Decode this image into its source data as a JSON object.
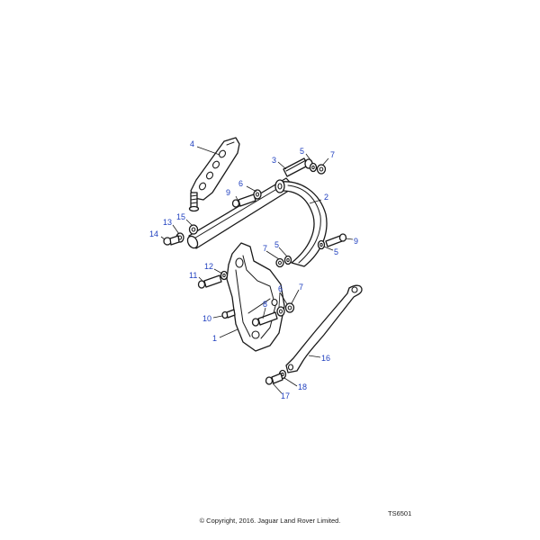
{
  "callout_color": "#1f3fbf",
  "callouts": [
    {
      "id": "c4a",
      "text": "4"
    },
    {
      "id": "c3",
      "text": "3"
    },
    {
      "id": "c5a",
      "text": "5"
    },
    {
      "id": "c7a",
      "text": "7"
    },
    {
      "id": "c6a",
      "text": "6"
    },
    {
      "id": "c9a",
      "text": "9"
    },
    {
      "id": "c2",
      "text": "2"
    },
    {
      "id": "c15",
      "text": "15"
    },
    {
      "id": "c13",
      "text": "13"
    },
    {
      "id": "c14",
      "text": "14"
    },
    {
      "id": "c9b",
      "text": "9"
    },
    {
      "id": "c7b",
      "text": "7"
    },
    {
      "id": "c5b",
      "text": "5"
    },
    {
      "id": "c5c",
      "text": "5"
    },
    {
      "id": "c12",
      "text": "12"
    },
    {
      "id": "c11",
      "text": "11"
    },
    {
      "id": "c6b",
      "text": "6"
    },
    {
      "id": "c7c",
      "text": "7"
    },
    {
      "id": "c8",
      "text": "8"
    },
    {
      "id": "c10",
      "text": "10"
    },
    {
      "id": "c1",
      "text": "1"
    },
    {
      "id": "c16",
      "text": "16"
    },
    {
      "id": "c18",
      "text": "18"
    },
    {
      "id": "c17",
      "text": "17"
    }
  ],
  "footer": {
    "drawing_code": "TS6501",
    "copyright": "© Copyright, 2016. Jaguar Land Rover Limited."
  }
}
